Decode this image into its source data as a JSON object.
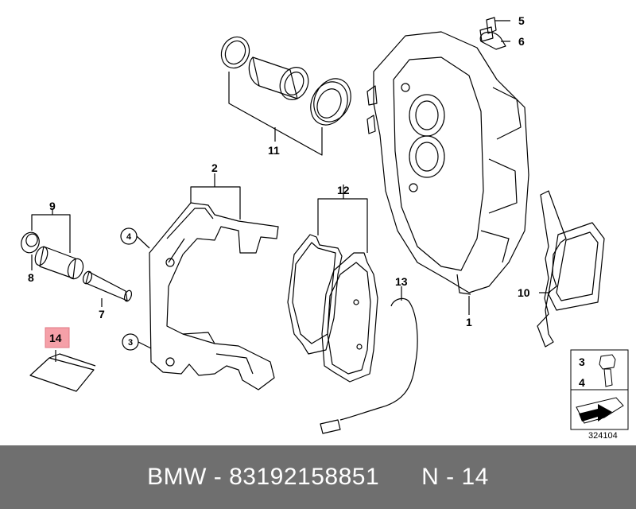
{
  "callouts": {
    "c1": "1",
    "c2": "2",
    "c3": "3",
    "c4": "4",
    "c5": "5",
    "c6": "6",
    "c7": "7",
    "c8": "8",
    "c9": "9",
    "c10": "10",
    "c11": "11",
    "c12": "12",
    "c13": "13",
    "c14": "14"
  },
  "circled": {
    "left4": "4",
    "left3": "3"
  },
  "inset": {
    "label_top": "3",
    "label_bottom": "4"
  },
  "diagram_number": "324104",
  "highlight_color": "#f5a0a8",
  "footer": {
    "brand": "BMW",
    "sep1": " - ",
    "part_number": "83192158851",
    "sep2": "      ",
    "position": "N - 14"
  }
}
